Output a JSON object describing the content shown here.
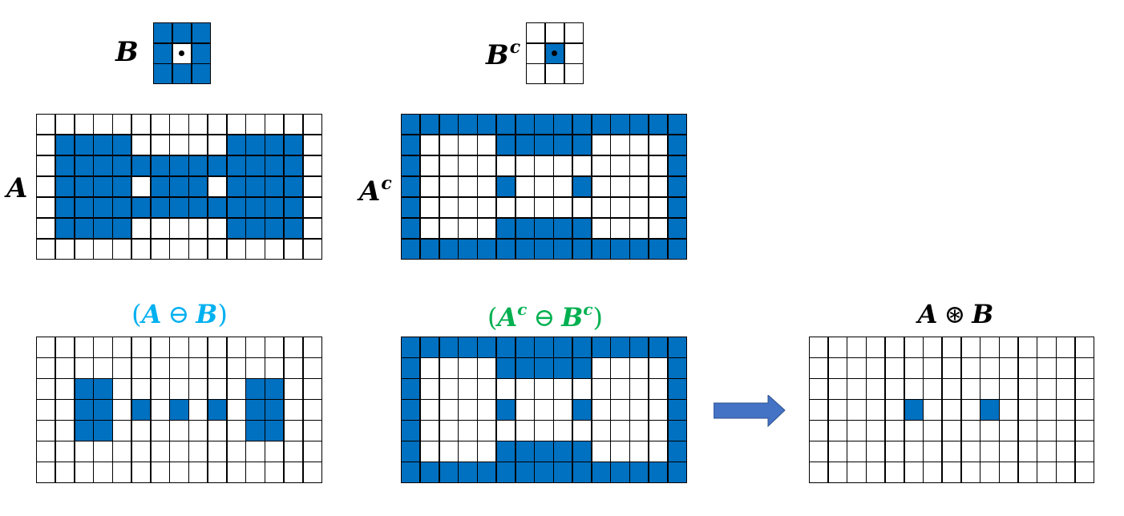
{
  "colors": {
    "fill": "#0070C0",
    "erosion_title": "#00B0F0",
    "complement_title": "#00B050",
    "result_title": "#000000",
    "arrow": "#4472C4"
  },
  "labels": {
    "B": "B",
    "Bc_base": "B",
    "Bc_sup": "c",
    "A": "A",
    "Ac_base": "A",
    "Ac_sup": "c"
  },
  "titles": {
    "erosion": {
      "open": "(",
      "a": "A",
      "op": "⊖",
      "b": "B",
      "close": ")"
    },
    "complement_erosion": {
      "open": "(",
      "a": "A",
      "a_sup": "c",
      "op": "⊖",
      "b": "B",
      "b_sup": "c",
      "close": ")"
    },
    "hit_or_miss": {
      "a": "A",
      "op": "⊛",
      "b": "B"
    }
  },
  "grids": {
    "B": {
      "origin": [
        1,
        1
      ],
      "cells": [
        [
          1,
          1,
          1
        ],
        [
          1,
          0,
          1
        ],
        [
          1,
          1,
          1
        ]
      ]
    },
    "Bc": {
      "origin": [
        1,
        1
      ],
      "cells": [
        [
          0,
          0,
          0
        ],
        [
          0,
          1,
          0
        ],
        [
          0,
          0,
          0
        ]
      ]
    },
    "A": {
      "cells": [
        [
          0,
          0,
          0,
          0,
          0,
          0,
          0,
          0,
          0,
          0,
          0,
          0,
          0,
          0,
          0
        ],
        [
          0,
          1,
          1,
          1,
          1,
          0,
          0,
          0,
          0,
          0,
          1,
          1,
          1,
          1,
          0
        ],
        [
          0,
          1,
          1,
          1,
          1,
          1,
          1,
          1,
          1,
          1,
          1,
          1,
          1,
          1,
          0
        ],
        [
          0,
          1,
          1,
          1,
          1,
          0,
          1,
          1,
          1,
          0,
          1,
          1,
          1,
          1,
          0
        ],
        [
          0,
          1,
          1,
          1,
          1,
          1,
          1,
          1,
          1,
          1,
          1,
          1,
          1,
          1,
          0
        ],
        [
          0,
          1,
          1,
          1,
          1,
          0,
          0,
          0,
          0,
          0,
          1,
          1,
          1,
          1,
          0
        ],
        [
          0,
          0,
          0,
          0,
          0,
          0,
          0,
          0,
          0,
          0,
          0,
          0,
          0,
          0,
          0
        ]
      ]
    },
    "Ac": {
      "cells": [
        [
          1,
          1,
          1,
          1,
          1,
          1,
          1,
          1,
          1,
          1,
          1,
          1,
          1,
          1,
          1
        ],
        [
          1,
          0,
          0,
          0,
          0,
          1,
          1,
          1,
          1,
          1,
          0,
          0,
          0,
          0,
          1
        ],
        [
          1,
          0,
          0,
          0,
          0,
          0,
          0,
          0,
          0,
          0,
          0,
          0,
          0,
          0,
          1
        ],
        [
          1,
          0,
          0,
          0,
          0,
          1,
          0,
          0,
          0,
          1,
          0,
          0,
          0,
          0,
          1
        ],
        [
          1,
          0,
          0,
          0,
          0,
          0,
          0,
          0,
          0,
          0,
          0,
          0,
          0,
          0,
          1
        ],
        [
          1,
          0,
          0,
          0,
          0,
          1,
          1,
          1,
          1,
          1,
          0,
          0,
          0,
          0,
          1
        ],
        [
          1,
          1,
          1,
          1,
          1,
          1,
          1,
          1,
          1,
          1,
          1,
          1,
          1,
          1,
          1
        ]
      ]
    },
    "erosion": {
      "cells": [
        [
          0,
          0,
          0,
          0,
          0,
          0,
          0,
          0,
          0,
          0,
          0,
          0,
          0,
          0,
          0
        ],
        [
          0,
          0,
          0,
          0,
          0,
          0,
          0,
          0,
          0,
          0,
          0,
          0,
          0,
          0,
          0
        ],
        [
          0,
          0,
          1,
          1,
          0,
          0,
          0,
          0,
          0,
          0,
          0,
          1,
          1,
          0,
          0
        ],
        [
          0,
          0,
          1,
          1,
          0,
          1,
          0,
          1,
          0,
          1,
          0,
          1,
          1,
          0,
          0
        ],
        [
          0,
          0,
          1,
          1,
          0,
          0,
          0,
          0,
          0,
          0,
          0,
          1,
          1,
          0,
          0
        ],
        [
          0,
          0,
          0,
          0,
          0,
          0,
          0,
          0,
          0,
          0,
          0,
          0,
          0,
          0,
          0
        ],
        [
          0,
          0,
          0,
          0,
          0,
          0,
          0,
          0,
          0,
          0,
          0,
          0,
          0,
          0,
          0
        ]
      ]
    },
    "complement_erosion": {
      "cells": [
        [
          1,
          1,
          1,
          1,
          1,
          1,
          1,
          1,
          1,
          1,
          1,
          1,
          1,
          1,
          1
        ],
        [
          1,
          0,
          0,
          0,
          0,
          1,
          1,
          1,
          1,
          1,
          0,
          0,
          0,
          0,
          1
        ],
        [
          1,
          0,
          0,
          0,
          0,
          0,
          0,
          0,
          0,
          0,
          0,
          0,
          0,
          0,
          1
        ],
        [
          1,
          0,
          0,
          0,
          0,
          1,
          0,
          0,
          0,
          1,
          0,
          0,
          0,
          0,
          1
        ],
        [
          1,
          0,
          0,
          0,
          0,
          0,
          0,
          0,
          0,
          0,
          0,
          0,
          0,
          0,
          1
        ],
        [
          1,
          0,
          0,
          0,
          0,
          1,
          1,
          1,
          1,
          1,
          0,
          0,
          0,
          0,
          1
        ],
        [
          1,
          1,
          1,
          1,
          1,
          1,
          1,
          1,
          1,
          1,
          1,
          1,
          1,
          1,
          1
        ]
      ]
    },
    "hit_or_miss": {
      "cells": [
        [
          0,
          0,
          0,
          0,
          0,
          0,
          0,
          0,
          0,
          0,
          0,
          0,
          0,
          0,
          0
        ],
        [
          0,
          0,
          0,
          0,
          0,
          0,
          0,
          0,
          0,
          0,
          0,
          0,
          0,
          0,
          0
        ],
        [
          0,
          0,
          0,
          0,
          0,
          0,
          0,
          0,
          0,
          0,
          0,
          0,
          0,
          0,
          0
        ],
        [
          0,
          0,
          0,
          0,
          0,
          1,
          0,
          0,
          0,
          1,
          0,
          0,
          0,
          0,
          0
        ],
        [
          0,
          0,
          0,
          0,
          0,
          0,
          0,
          0,
          0,
          0,
          0,
          0,
          0,
          0,
          0
        ],
        [
          0,
          0,
          0,
          0,
          0,
          0,
          0,
          0,
          0,
          0,
          0,
          0,
          0,
          0,
          0
        ],
        [
          0,
          0,
          0,
          0,
          0,
          0,
          0,
          0,
          0,
          0,
          0,
          0,
          0,
          0,
          0
        ]
      ]
    }
  }
}
